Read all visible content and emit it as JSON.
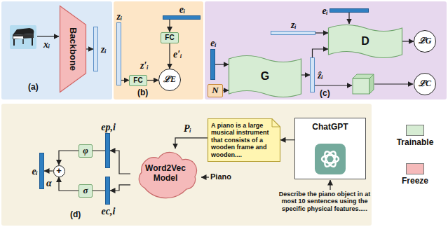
{
  "diagram": {
    "nodes": [
      {
        "text": [
          "(a)"
        ]
      },
      {
        "text": [
          "Backbone"
        ],
        "in": 0
      },
      {
        "text": [
          "zᵢ"
        ],
        "in": 0
      },
      {
        "text": [
          "(b)"
        ]
      },
      {
        "text": [
          "zᵢ"
        ],
        "in": 3
      },
      {
        "text": [
          "FC"
        ],
        "in": 3
      },
      {
        "text": [
          "eᵢ"
        ],
        "in": 3
      },
      {
        "text": [
          "FC"
        ],
        "in": 3
      },
      {
        "text": [
          "ℒE"
        ],
        "in": 3
      },
      {
        "text": [
          "(c)"
        ]
      },
      {
        "text": [
          "eᵢ"
        ],
        "in": 9
      },
      {
        "text": [
          "N"
        ],
        "in": 9
      },
      {
        "text": [
          "G"
        ],
        "in": 9
      },
      {
        "text": [
          "ẑᵢ"
        ],
        "in": 9
      },
      {
        "text": [
          "zᵢ"
        ],
        "in": 9
      },
      {
        "text": [
          "eᵢ"
        ],
        "in": 9
      },
      {
        "text": [
          "D"
        ],
        "in": 9
      },
      {
        "text": [
          "ℒG"
        ],
        "in": 9
      },
      {
        "text": [
          "ℒC"
        ],
        "in": 9
      },
      {
        "text": [
          "(d)"
        ]
      },
      {
        "text": [
          "eᵢ"
        ],
        "in": 19
      },
      {
        "text": [
          "+"
        ],
        "in": 19
      },
      {
        "text": [
          "φ"
        ],
        "in": 19
      },
      {
        "text": [
          "σ"
        ],
        "in": 19
      },
      {
        "text": [
          "ep,i"
        ],
        "in": 19
      },
      {
        "text": [
          "ec,i"
        ],
        "in": 19
      },
      {
        "text": [
          "Word2Vec Model"
        ],
        "in": 19
      },
      {
        "text": [
          "A piano is a large musical instrument that consists of a wooden frame and wooden...."
        ],
        "in": 19
      },
      {
        "text": [
          "ChatGPT"
        ],
        "in": 19
      }
    ],
    "edges": [
      {
        "from": 1,
        "to": 2,
        "arrow": "to"
      },
      {
        "from": 4,
        "to": 5,
        "arrow": "to"
      },
      {
        "from": 5,
        "to": 8,
        "arrow": "to"
      },
      {
        "from": 6,
        "to": 7,
        "arrow": "to"
      },
      {
        "from": 7,
        "to": 8,
        "arrow": "to"
      },
      {
        "from": 10,
        "to": 12,
        "arrow": "to"
      },
      {
        "from": 11,
        "to": 12,
        "arrow": "to"
      },
      {
        "from": 12,
        "to": 13,
        "arrow": "to"
      },
      {
        "from": 13,
        "to": 16,
        "arrow": "to"
      },
      {
        "from": 14,
        "to": 16,
        "arrow": "to"
      },
      {
        "from": 15,
        "to": 16,
        "arrow": "to"
      },
      {
        "from": 16,
        "to": 17,
        "arrow": "to"
      },
      {
        "from": 26,
        "to": 24,
        "arrow": "to"
      },
      {
        "from": 26,
        "to": 25,
        "arrow": "to"
      },
      {
        "from": 24,
        "to": 22,
        "arrow": "to"
      },
      {
        "from": 25,
        "to": 23,
        "arrow": "to"
      },
      {
        "from": 22,
        "to": 21,
        "arrow": "to"
      },
      {
        "from": 23,
        "to": 21,
        "arrow": "to"
      },
      {
        "from": 21,
        "to": 20,
        "arrow": "to"
      },
      {
        "from": 27,
        "to": 26,
        "arrow": "to"
      },
      {
        "from": 28,
        "to": 27,
        "arrow": "to"
      }
    ],
    "labels": [
      "xᵢ",
      "z′ᵢ",
      "e′ᵢ",
      "α",
      "Pᵢ",
      "Piano",
      "Describe the piano object in at most 10 sentences using the specific physical features....."
    ],
    "legend": [
      {
        "text": "Trainable",
        "color": "#d6ecd3"
      },
      {
        "text": "Freeze",
        "color": "#f5baba"
      }
    ]
  }
}
